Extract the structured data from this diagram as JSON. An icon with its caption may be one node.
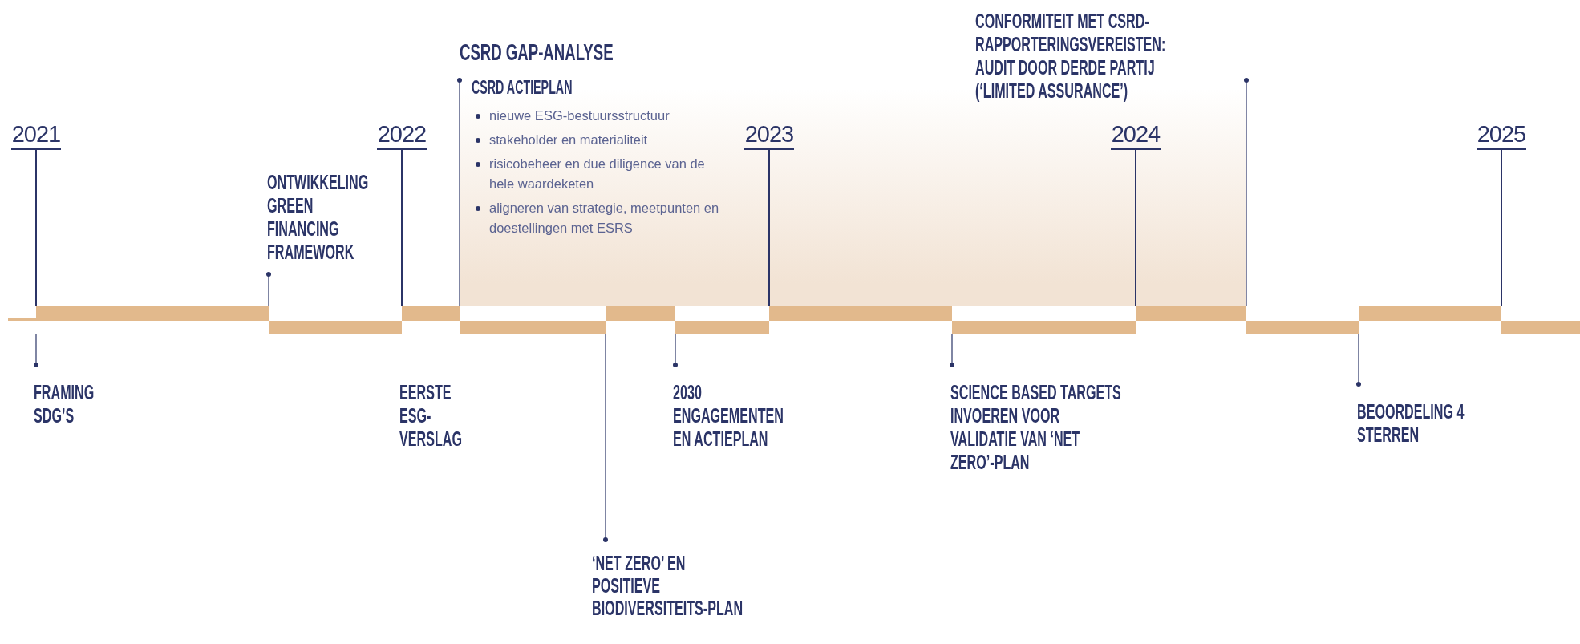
{
  "diagram": {
    "nodes": [
      {
        "text": [
          "2021"
        ]
      },
      {
        "text": [
          "2022"
        ]
      },
      {
        "text": [
          "2023"
        ]
      },
      {
        "text": [
          "2024"
        ]
      },
      {
        "text": [
          "2025"
        ]
      },
      {
        "text": [],
        "shape": "bar"
      },
      {
        "text": [
          "FRAMING SDG’S"
        ]
      },
      {
        "text": [
          "ONTWIKKELING GREEN FINANCING FRAMEWORK"
        ]
      },
      {
        "text": [
          "EERSTE ESG-VERSLAG"
        ]
      },
      {
        "text": [
          "CSRD GAP-ANALYSE",
          "CSRD ACTIEPLAN",
          "nieuwe ESG-bestuursstructuur",
          "stakeholder en materialiteit",
          "risicobeheer en due diligence van de hele waardeketen",
          "aligneren van strategie, meetpunten en doestellingen met ESRS"
        ]
      },
      {
        "text": [
          "‘NET ZERO’ EN POSITIEVE BIODIVERSITEITS-PLAN"
        ]
      },
      {
        "text": [
          "2030 ENGAGEMENTEN EN ACTIEPLAN"
        ]
      },
      {
        "text": [
          "SCIENCE BASED TARGETS INVOEREN VOOR VALIDATIE VAN ‘NET ZERO’-PLAN"
        ]
      },
      {
        "text": [
          "CONFORMITEIT MET CSRD-RAPPORTERINGSVEREISTEN: AUDIT DOOR DERDE PARTIJ (‘LIMITED ASSURANCE’)"
        ]
      },
      {
        "text": [
          "BEOORDELING 4 STERREN"
        ]
      }
    ],
    "edges": [
      {
        "from": 0,
        "to": 5,
        "arrow": "none"
      },
      {
        "from": 1,
        "to": 5,
        "arrow": "none"
      },
      {
        "from": 2,
        "to": 5,
        "arrow": "none"
      },
      {
        "from": 3,
        "to": 5,
        "arrow": "none"
      },
      {
        "from": 4,
        "to": 5,
        "arrow": "none"
      },
      {
        "from": 6,
        "to": 5,
        "arrow": "other"
      },
      {
        "from": 7,
        "to": 5,
        "arrow": "other"
      },
      {
        "from": 9,
        "to": 5,
        "arrow": "other"
      },
      {
        "from": 10,
        "to": 5,
        "arrow": "other"
      },
      {
        "from": 11,
        "to": 5,
        "arrow": "other"
      },
      {
        "from": 12,
        "to": 5,
        "arrow": "other"
      },
      {
        "from": 13,
        "to": 5,
        "arrow": "other"
      },
      {
        "from": 14,
        "to": 5,
        "arrow": "other"
      }
    ]
  }
}
